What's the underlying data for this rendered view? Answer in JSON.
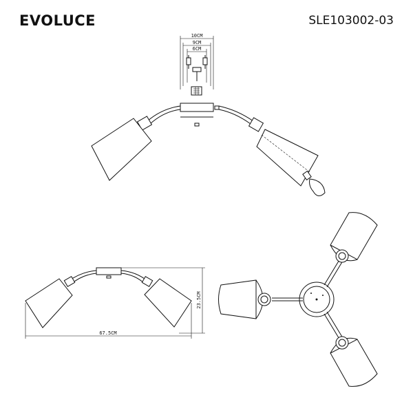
{
  "header": {
    "brand": "EVOLUCE",
    "model": "SLE103002-03"
  },
  "dimensions": {
    "mount_outer": "10CM",
    "mount_middle": "9CM",
    "mount_inner": "6CM",
    "total_width": "67.5CM",
    "height": "23.5CM"
  }
}
